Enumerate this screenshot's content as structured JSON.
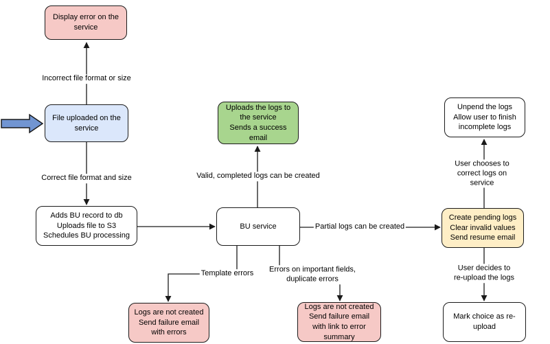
{
  "diagram": {
    "type": "flowchart",
    "palette": {
      "error_node_fill": "#f6c9c6",
      "input_node_fill": "#dbe7fb",
      "success_node_fill": "#a8d58e",
      "pending_node_fill": "#feeec6",
      "process_node_fill": "#ffffff",
      "stroke": "#1a1a1a",
      "start_arrow_fill": "#7195d2"
    },
    "nodes": {
      "display_error": {
        "text": "Display error on the\nservice",
        "color": "pink"
      },
      "file_uploaded": {
        "text": "File uploaded on the\nservice",
        "color": "blue"
      },
      "adds_bu": {
        "text": "Adds BU record to db\nUploads file to S3\nSchedules BU processing",
        "color": "white"
      },
      "bu_service": {
        "text": "BU service",
        "color": "white"
      },
      "uploads_logs": {
        "text": "Uploads the logs to\nthe service\nSends a success\nemail",
        "color": "green"
      },
      "unpend": {
        "text": "Unpend the logs\nAllow user to finish\nincomplete logs",
        "color": "white"
      },
      "create_pending": {
        "text": "Create pending logs\nClear invalid values\nSend resume email",
        "color": "yellow"
      },
      "mark_choice": {
        "text": "Mark choice as re-\nupload",
        "color": "white"
      },
      "logs_not_created_template": {
        "text": "Logs are not created\nSend failure email\nwith errors",
        "color": "pink"
      },
      "logs_not_created_fields": {
        "text": "Logs are not created\nSend failure email\nwith link to error\nsummary",
        "color": "pink"
      }
    },
    "edge_labels": {
      "incorrect_format": "Incorrect file format or size",
      "correct_format": "Correct file format and size",
      "valid_logs": "Valid, completed logs can be created",
      "partial_logs": "Partial logs can be created",
      "user_chooses": "User chooses to correct logs on service",
      "user_decides": "User decides to re-upload the logs",
      "template_errors": "Template errors",
      "field_errors": "Errors on important fields,\nduplicate errors"
    },
    "icons": {
      "start_arrow": "start-arrow-icon"
    }
  }
}
